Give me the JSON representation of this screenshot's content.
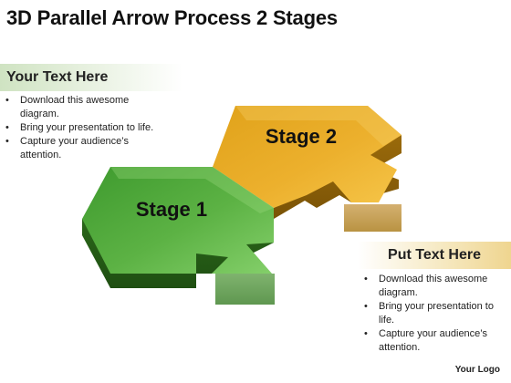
{
  "title": "3D Parallel Arrow Process 2 Stages",
  "left_panel": {
    "heading": "Your Text Here",
    "bullets": [
      "Download this awesome diagram.",
      "Bring your presentation to life.",
      "Capture your audience’s attention."
    ]
  },
  "right_panel": {
    "heading": "Put Text Here",
    "bullets": [
      "Download this awesome diagram.",
      "Bring your presentation to life.",
      "Capture your audience’s attention."
    ]
  },
  "stages": [
    {
      "label": "Stage 1",
      "color": "#6ab84d"
    },
    {
      "label": "Stage 2",
      "color": "#e6a823"
    }
  ],
  "footer": {
    "logo_text": "Your Logo"
  }
}
